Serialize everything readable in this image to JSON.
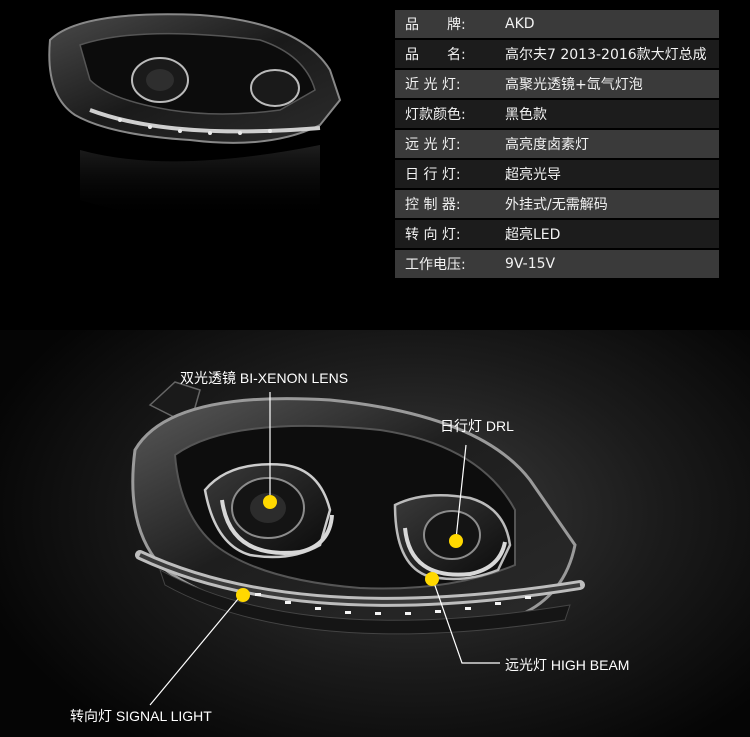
{
  "specs": [
    {
      "key": "品　　牌:",
      "value": "AKD"
    },
    {
      "key": "品　　名:",
      "value": "高尔夫7 2013-2016款大灯总成"
    },
    {
      "key": "近 光 灯:",
      "value": "高聚光透镜+氙气灯泡"
    },
    {
      "key": "灯款颜色:",
      "value": "黑色款"
    },
    {
      "key": "远 光 灯:",
      "value": "高亮度卤素灯"
    },
    {
      "key": "日 行 灯:",
      "value": "超亮光导"
    },
    {
      "key": "控 制 器:",
      "value": "外挂式/无需解码"
    },
    {
      "key": "转 向 灯:",
      "value": "超亮LED"
    },
    {
      "key": "工作电压:",
      "value": "9V-15V"
    }
  ],
  "callouts": {
    "lens": "双光透镜 BI-XENON LENS",
    "drl": "日行灯 DRL",
    "high_beam": "远光灯 HIGH BEAM",
    "signal": "转向灯 SIGNAL LIGHT"
  },
  "colors": {
    "marker": "#ffd800",
    "row_light": "#3a3a3a",
    "row_dark": "#1c1c1c"
  }
}
